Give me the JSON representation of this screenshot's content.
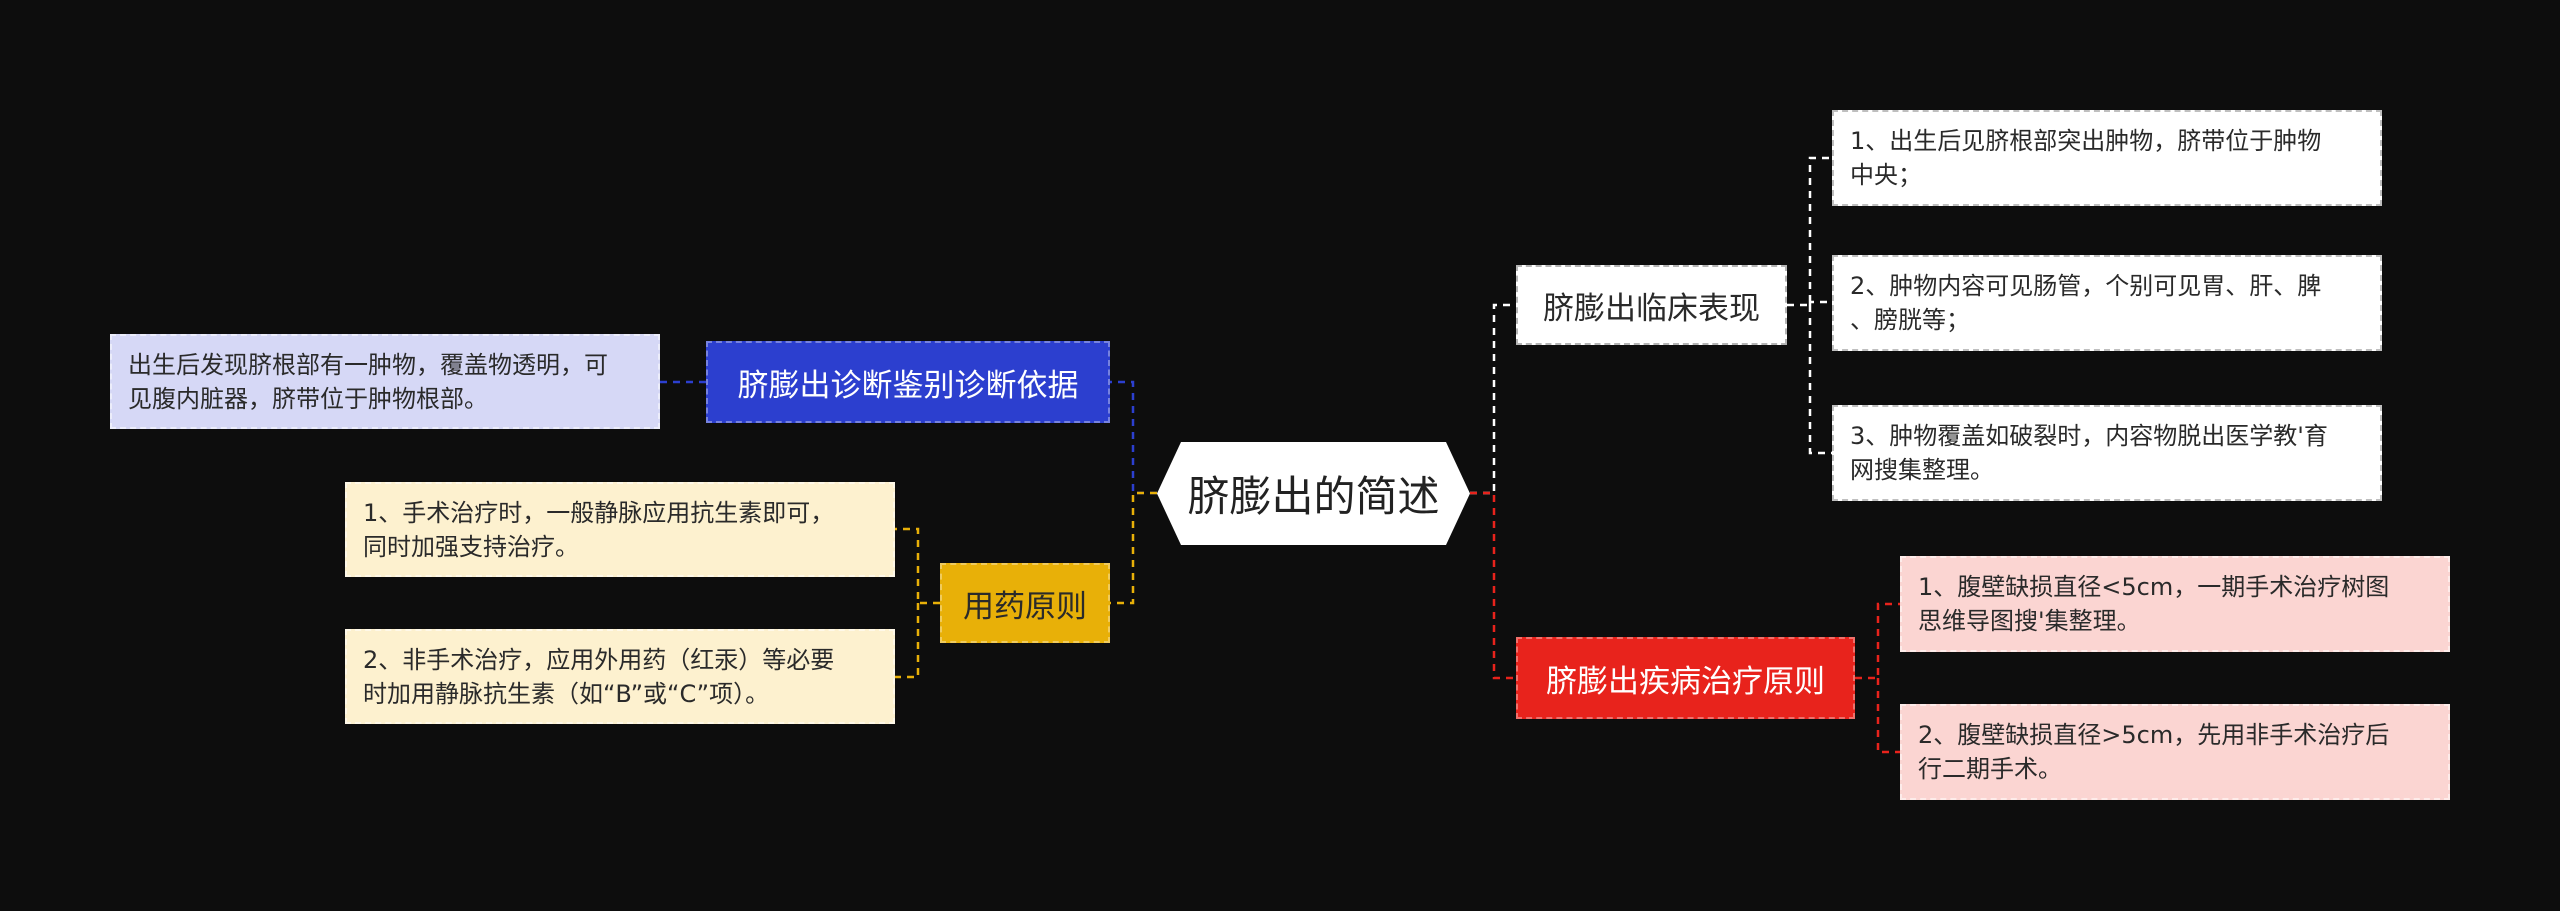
{
  "colors": {
    "background": "#0d0d0d",
    "diag_branch": "#2c3fcf",
    "diag_leaf": "#d6d8f6",
    "med_branch": "#e8b008",
    "med_leaf": "#fdf1cf",
    "clinical_branch": "#ffffff",
    "clinical_leaf": "#ffffff",
    "treat_branch": "#e8231c",
    "treat_leaf": "#fbd5d2"
  },
  "root": {
    "label": "脐膨出的简述"
  },
  "left": {
    "diagnosis": {
      "label": "脐膨出诊断鉴别诊断依据",
      "items": [
        {
          "lines": [
            "出生后发现脐根部有一肿物，覆盖物透明，可",
            "见腹内脏器，脐带位于肿物根部。"
          ]
        }
      ]
    },
    "medication": {
      "label": "用药原则",
      "items": [
        {
          "lines": [
            "1、手术治疗时，一般静脉应用抗生素即可，",
            "同时加强支持治疗。"
          ]
        },
        {
          "lines": [
            "2、非手术治疗，应用外用药（红汞）等必要",
            "时加用静脉抗生素（如“B”或“C”项）。"
          ]
        }
      ]
    }
  },
  "right": {
    "clinical": {
      "label": "脐膨出临床表现",
      "items": [
        {
          "lines": [
            "1、出生后见脐根部突出肿物，脐带位于肿物",
            "中央；"
          ]
        },
        {
          "lines": [
            "2、肿物内容可见肠管，个别可见胃、肝、脾",
            "、膀胱等；"
          ]
        },
        {
          "lines": [
            "3、肿物覆盖如破裂时，内容物脱出医学教'育",
            "网搜集整理。"
          ]
        }
      ]
    },
    "treatment": {
      "label": "脐膨出疾病治疗原则",
      "items": [
        {
          "lines": [
            "1、腹壁缺损直径<5cm，一期手术治疗树图",
            "思维导图搜'集整理。"
          ]
        },
        {
          "lines": [
            "2、腹壁缺损直径>5cm，先用非手术治疗后",
            "行二期手术。"
          ]
        }
      ]
    }
  }
}
